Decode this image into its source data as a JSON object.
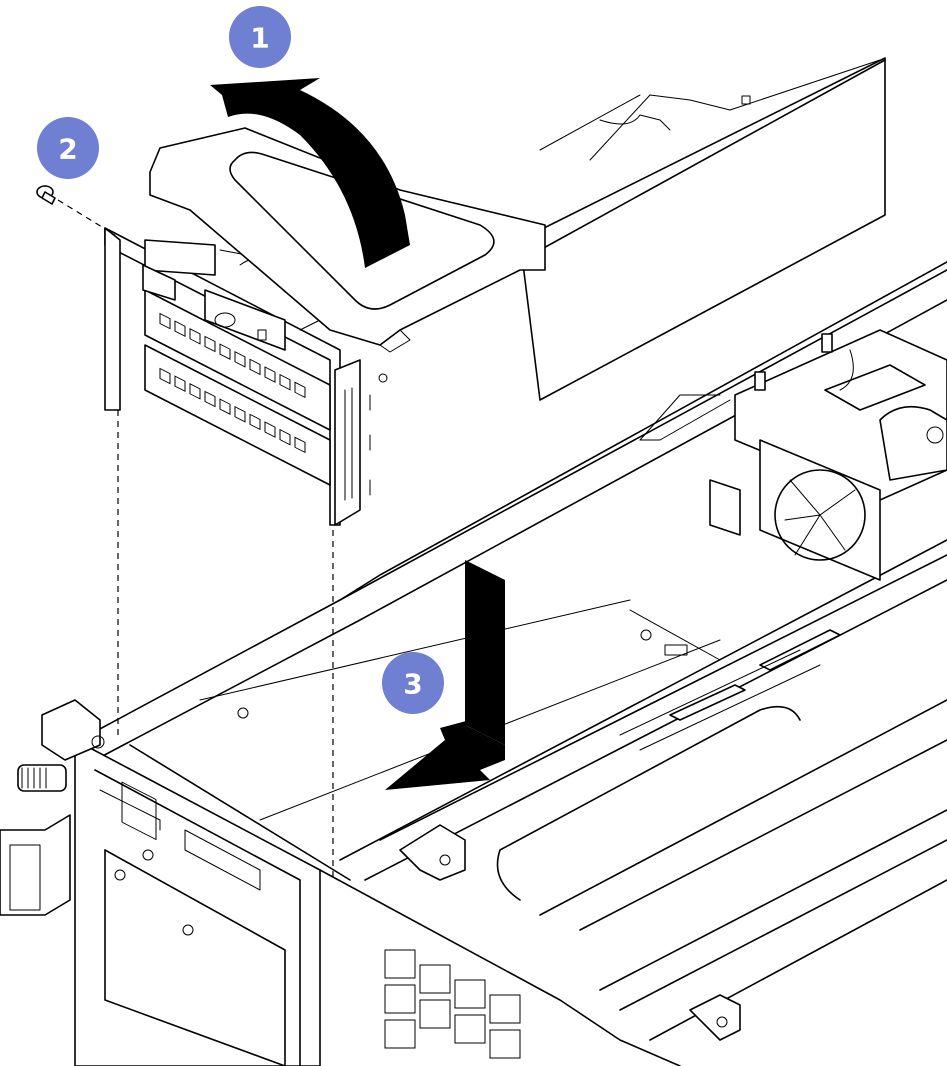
{
  "figure": {
    "callouts": [
      {
        "label": "1",
        "step": "rotate-riser-latch-up"
      },
      {
        "label": "2",
        "step": "remove-screw"
      },
      {
        "label": "3",
        "step": "lower-and-slide-riser-into-chassis"
      }
    ],
    "callout_color": "#6f7fd1",
    "arrow_color": "#000000",
    "line_color": "#000000",
    "background": "#ffffff"
  }
}
